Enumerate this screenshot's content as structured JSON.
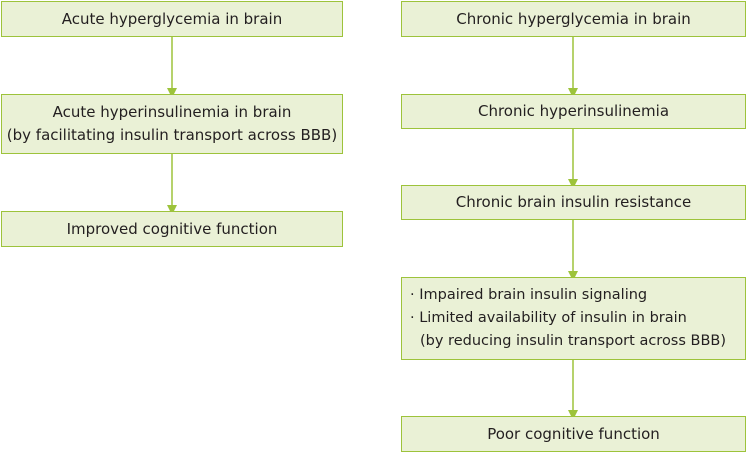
{
  "colors": {
    "box_fill": "#eaf1d6",
    "box_border": "#9dc33b",
    "arrow": "#9dc33b",
    "text": "#231f20"
  },
  "left_column": [
    {
      "lines": [
        "Acute hyperglycemia in brain"
      ]
    },
    {
      "lines": [
        "Acute hyperinsulinemia in brain",
        "(by facilitating insulin transport across BBB)"
      ]
    },
    {
      "lines": [
        "Improved cognitive function"
      ]
    }
  ],
  "right_column": [
    {
      "lines": [
        "Chronic hyperglycemia in brain"
      ]
    },
    {
      "lines": [
        "Chronic hyperinsulinemia"
      ]
    },
    {
      "lines": [
        "Chronic brain insulin resistance"
      ]
    },
    {
      "lines": [
        "· Impaired brain insulin signaling",
        "· Limited availability of insulin in brain",
        "(by reducing insulin transport across BBB)"
      ]
    },
    {
      "lines": [
        "Poor cognitive function"
      ]
    }
  ]
}
